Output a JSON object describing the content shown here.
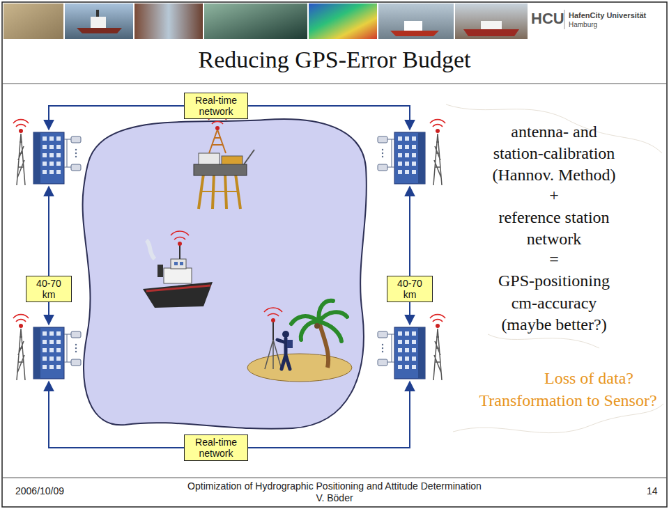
{
  "diagram": {
    "title": "Reducing GPS-Error Budget",
    "nodes": [
      {
        "text": [
          "Real-time network"
        ]
      },
      {
        "text": [
          "40-70 km"
        ]
      },
      {
        "text": [
          "40-70 km"
        ]
      },
      {
        "text": [
          "Real-time network"
        ]
      }
    ],
    "labels": [
      "HCU",
      "HafenCity Universität",
      "Hamburg",
      "antenna- and",
      "station-calibration",
      "(Hannov. Method)",
      "+",
      "reference station",
      "network",
      "=",
      "GPS-positioning",
      "cm-accuracy",
      "(maybe better?)",
      "Loss of data?",
      "Transformation to Sensor?",
      "2006/10/09",
      "Optimization of Hydrographic Positioning and Attitude Determination",
      "V. Böder",
      "14"
    ]
  }
}
